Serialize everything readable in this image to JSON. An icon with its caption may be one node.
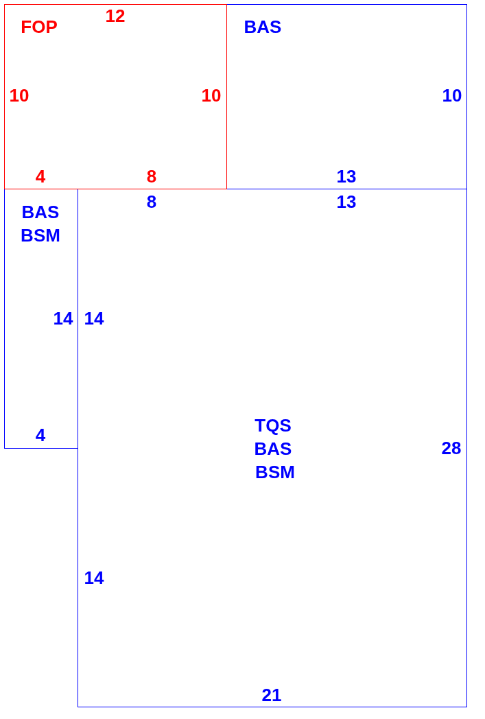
{
  "diagram": {
    "nodes": [
      {
        "text": [
          "FOP",
          "12",
          "10",
          "10",
          "4",
          "8"
        ]
      },
      {
        "text": [
          "BAS",
          "10",
          "13"
        ]
      },
      {
        "text": [
          "BAS",
          "BSM",
          "14",
          "4"
        ]
      },
      {
        "text": [
          "TQS",
          "BAS",
          "BSM",
          "8",
          "13",
          "14",
          "28",
          "14",
          "21"
        ]
      }
    ]
  }
}
